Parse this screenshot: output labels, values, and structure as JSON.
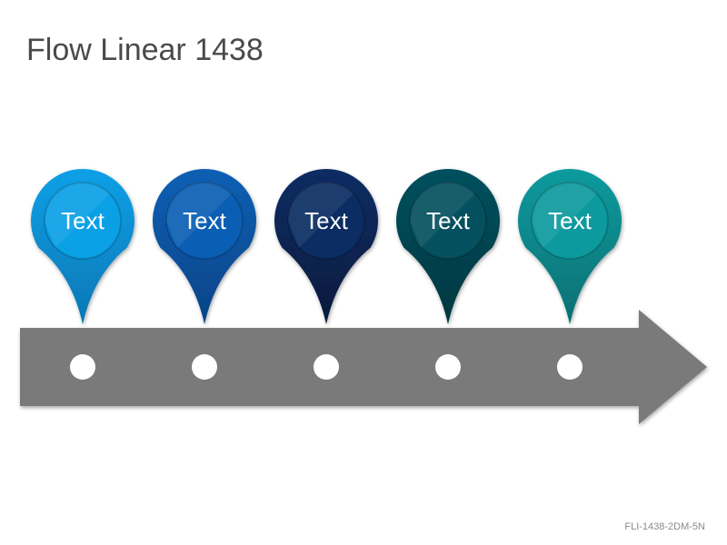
{
  "title": "Flow Linear 1438",
  "footer_code": "FLI-1438-2DM-5N",
  "arrow": {
    "color": "#7a7a7a"
  },
  "markers": [
    {
      "label": "Text",
      "color": "#0aa0e6",
      "dark": "#0677b5"
    },
    {
      "label": "Text",
      "color": "#0a5fb4",
      "dark": "#064487"
    },
    {
      "label": "Text",
      "color": "#0b2d63",
      "dark": "#061a3d"
    },
    {
      "label": "Text",
      "color": "#04505e",
      "dark": "#023740"
    },
    {
      "label": "Text",
      "color": "#0c9a9e",
      "dark": "#067073"
    }
  ]
}
